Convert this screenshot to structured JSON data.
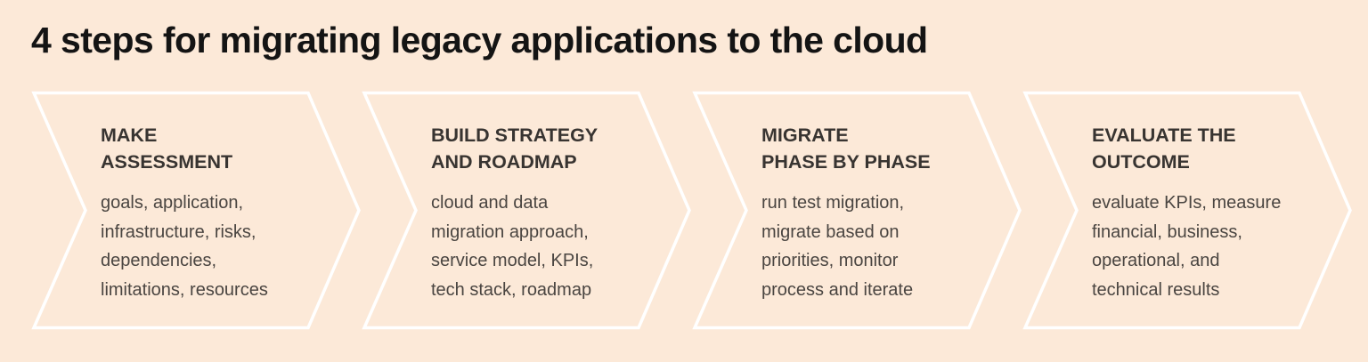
{
  "page": {
    "title": "4 steps for migrating legacy applications to the cloud",
    "background_color": "#fce9d8",
    "chevron_outline_color": "#ffffff",
    "title_color": "#141414",
    "step_title_color": "#383431",
    "step_body_color": "#4a4541"
  },
  "steps": [
    {
      "title": "MAKE\nASSESSMENT",
      "description": "goals, application,\ninfrastructure, risks,\ndependencies,\nlimitations, resources"
    },
    {
      "title": "BUILD STRATEGY\nAND ROADMAP",
      "description": "cloud and data\nmigration approach,\nservice model, KPIs,\ntech stack, roadmap"
    },
    {
      "title": "MIGRATE\nPHASE BY PHASE",
      "description": "run test migration,\nmigrate based on\npriorities, monitor\nprocess and iterate"
    },
    {
      "title": "EVALUATE THE\nOUTCOME",
      "description": "evaluate KPIs, measure\nfinancial, business,\noperational, and\ntechnical results"
    }
  ]
}
